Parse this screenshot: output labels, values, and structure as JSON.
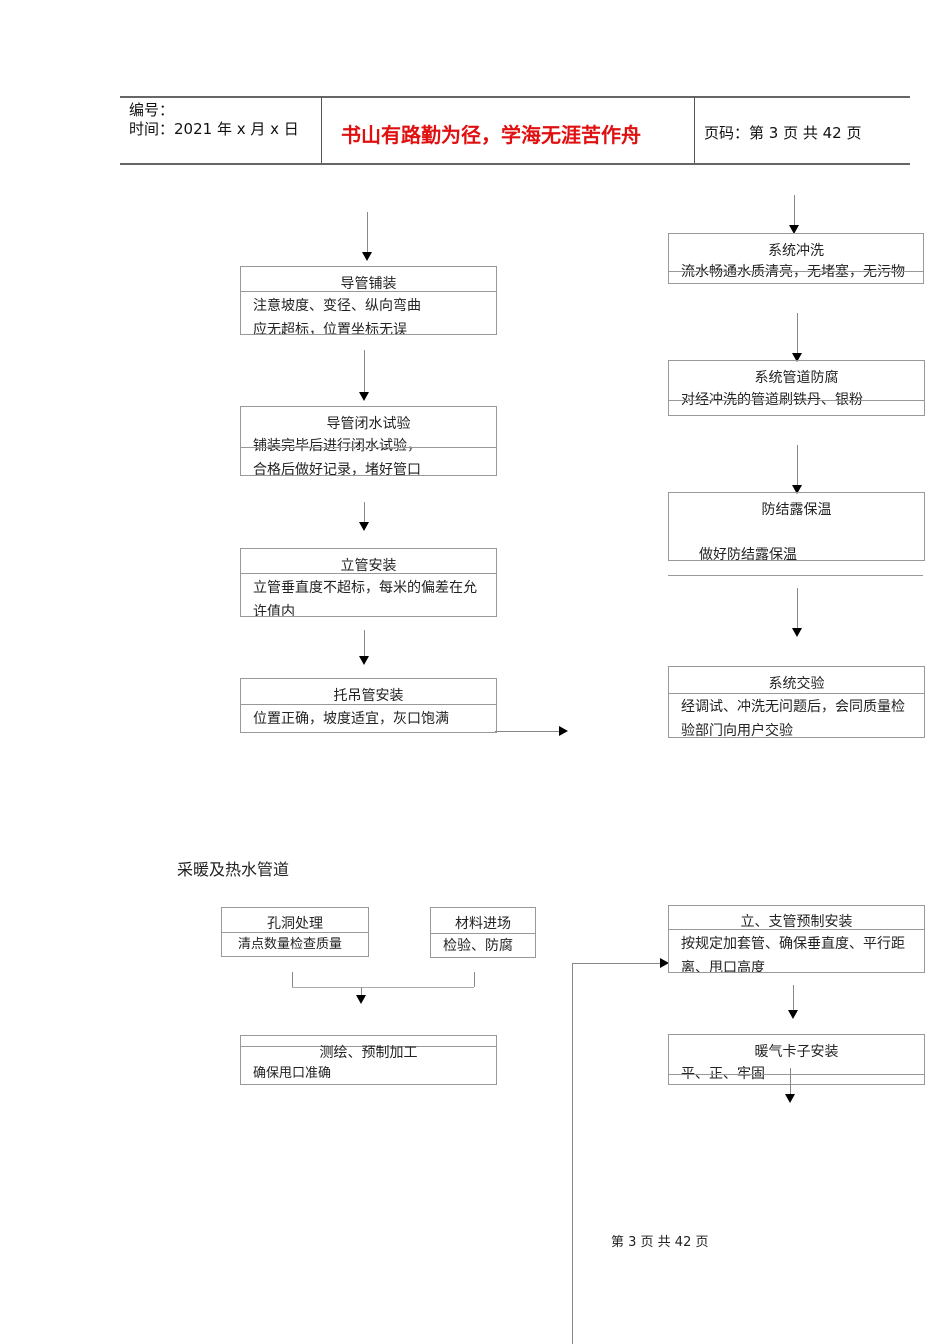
{
  "header": {
    "number_label": "编号：",
    "time_label": "时间：2021 年 x 月 x 日",
    "motto": "书山有路勤为径，学海无涯苦作舟",
    "page_label": "页码：第 3 页  共 42 页"
  },
  "drainage_flow": [
    {
      "title": "导管铺装",
      "desc": [
        "注意坡度、变径、纵向弯曲",
        "应无超标，位置坐标无误"
      ]
    },
    {
      "title": "导管闭水试验",
      "desc": [
        "铺装完毕后进行闭水试验，",
        "合格后做好记录，堵好管口"
      ]
    },
    {
      "title": "立管安装",
      "desc": [
        "立管垂直度不超标，每米的偏差在允",
        "许值内"
      ]
    },
    {
      "title": "托吊管安装",
      "desc": [
        "位置正确，坡度适宜，灰口饱满"
      ]
    },
    {
      "title": "系统冲洗",
      "desc": [
        "流水畅通水质清亮，无堵塞，无污物"
      ]
    },
    {
      "title": "系统管道防腐",
      "desc": [
        "对经冲洗的管道刷铁丹、银粉"
      ]
    },
    {
      "title": "防结露保温",
      "desc": [
        "做好防结露保温"
      ]
    },
    {
      "title": "系统交验",
      "desc": [
        "经调试、冲洗无问题后，会同质量检",
        "验部门向用户交验"
      ]
    }
  ],
  "section_title": "采暖及热水管道",
  "heating_flow": [
    {
      "title": "孔洞处理",
      "desc": [
        "清点数量检查质量"
      ]
    },
    {
      "title": "材料进场",
      "desc": [
        "检验、防腐"
      ]
    },
    {
      "title": "测绘、预制加工",
      "desc": [
        "确保甩口准确"
      ]
    },
    {
      "title": "立、支管预制安装",
      "desc": [
        "按规定加套管、确保垂直度、平行距",
        "离、甩口高度"
      ]
    },
    {
      "title": "暖气卡子安装",
      "desc": [
        "平、正、牢固"
      ]
    }
  ],
  "footer": {
    "page": "第 3 页 共 42 页"
  },
  "colors": {
    "motto": "#e01010",
    "line": "#999999"
  }
}
